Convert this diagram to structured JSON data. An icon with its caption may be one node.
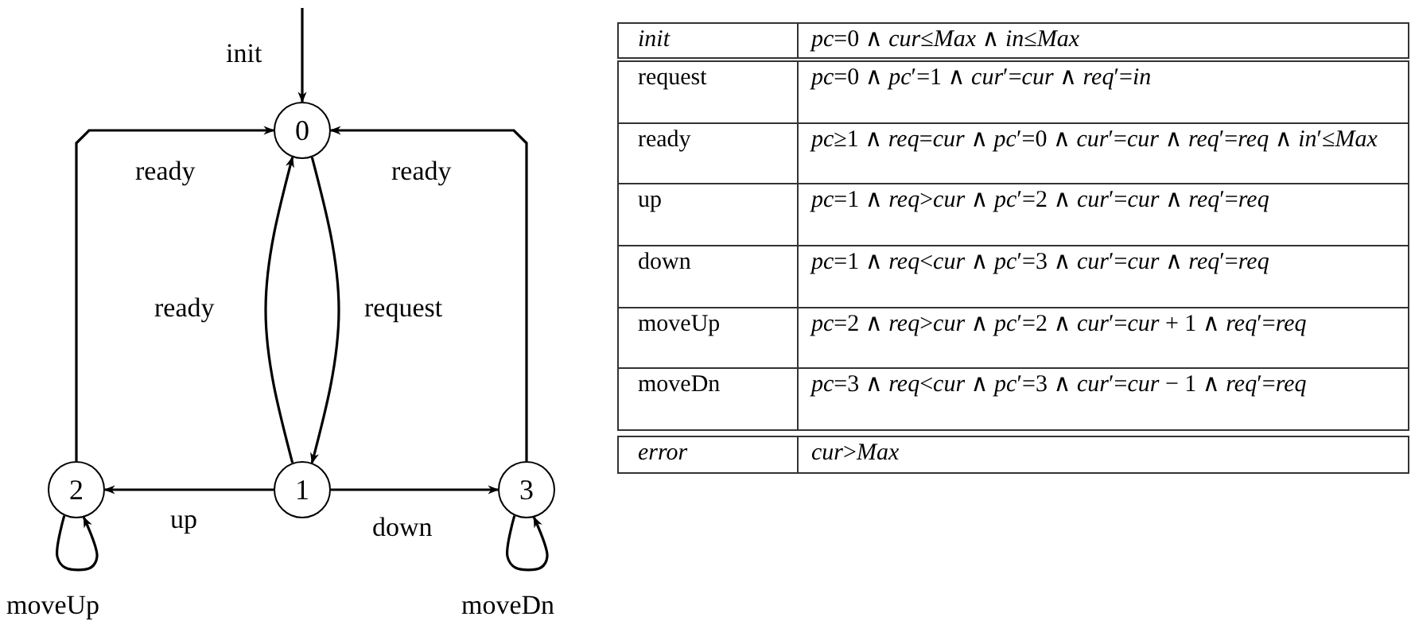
{
  "diagram": {
    "nodes": [
      {
        "text": [
          "0"
        ]
      },
      {
        "text": [
          "1"
        ]
      },
      {
        "text": [
          "2"
        ]
      },
      {
        "text": [
          "3"
        ]
      }
    ],
    "edges": [
      {
        "from": null,
        "to": 0,
        "arrow": "to",
        "label": "init"
      },
      {
        "from": 2,
        "to": 0,
        "arrow": "to",
        "label": "ready"
      },
      {
        "from": 3,
        "to": 0,
        "arrow": "to",
        "label": "ready"
      },
      {
        "from": 1,
        "to": 0,
        "arrow": "to",
        "label": "ready"
      },
      {
        "from": 0,
        "to": 1,
        "arrow": "to",
        "label": "request"
      },
      {
        "from": 1,
        "to": 2,
        "arrow": "to",
        "label": "up"
      },
      {
        "from": 1,
        "to": 3,
        "arrow": "to",
        "label": "down"
      },
      {
        "from": 2,
        "to": 2,
        "arrow": "to",
        "label": "moveUp"
      },
      {
        "from": 3,
        "to": 3,
        "arrow": "to",
        "label": "moveDn"
      }
    ],
    "labels": [
      "init",
      "*pc*=0 ∧ *cur*≤*Max* ∧ *in*≤*Max*",
      "request",
      "*pc*=0 ∧ *pc*′=1 ∧ *cur*′=*cur* ∧ *req*′=*in*",
      "ready",
      "*pc*≥1 ∧ *req*=*cur* ∧ *pc*′=0 ∧ *cur*′=*cur* ∧ *req*′=*req* ∧ *in*′≤*Max*",
      "up",
      "*pc*=1 ∧ *req*>*cur* ∧ *pc*′=2 ∧ *cur*′=*cur* ∧ *req*′=*req*",
      "down",
      "*pc*=1 ∧ *req*<*cur* ∧ *pc*′=3 ∧ *cur*′=*cur* ∧ *req*′=*req*",
      "moveUp",
      "*pc*=2 ∧ *req*>*cur* ∧ *pc*′=2 ∧ *cur*′=*cur* + 1 ∧ *req*′=*req*",
      "moveDn",
      "*pc*=3 ∧ *req*<*cur* ∧ *pc*′=3 ∧ *cur*′=*cur* − 1 ∧ *req*′=*req*",
      "error",
      "*cur*>*Max*"
    ]
  }
}
